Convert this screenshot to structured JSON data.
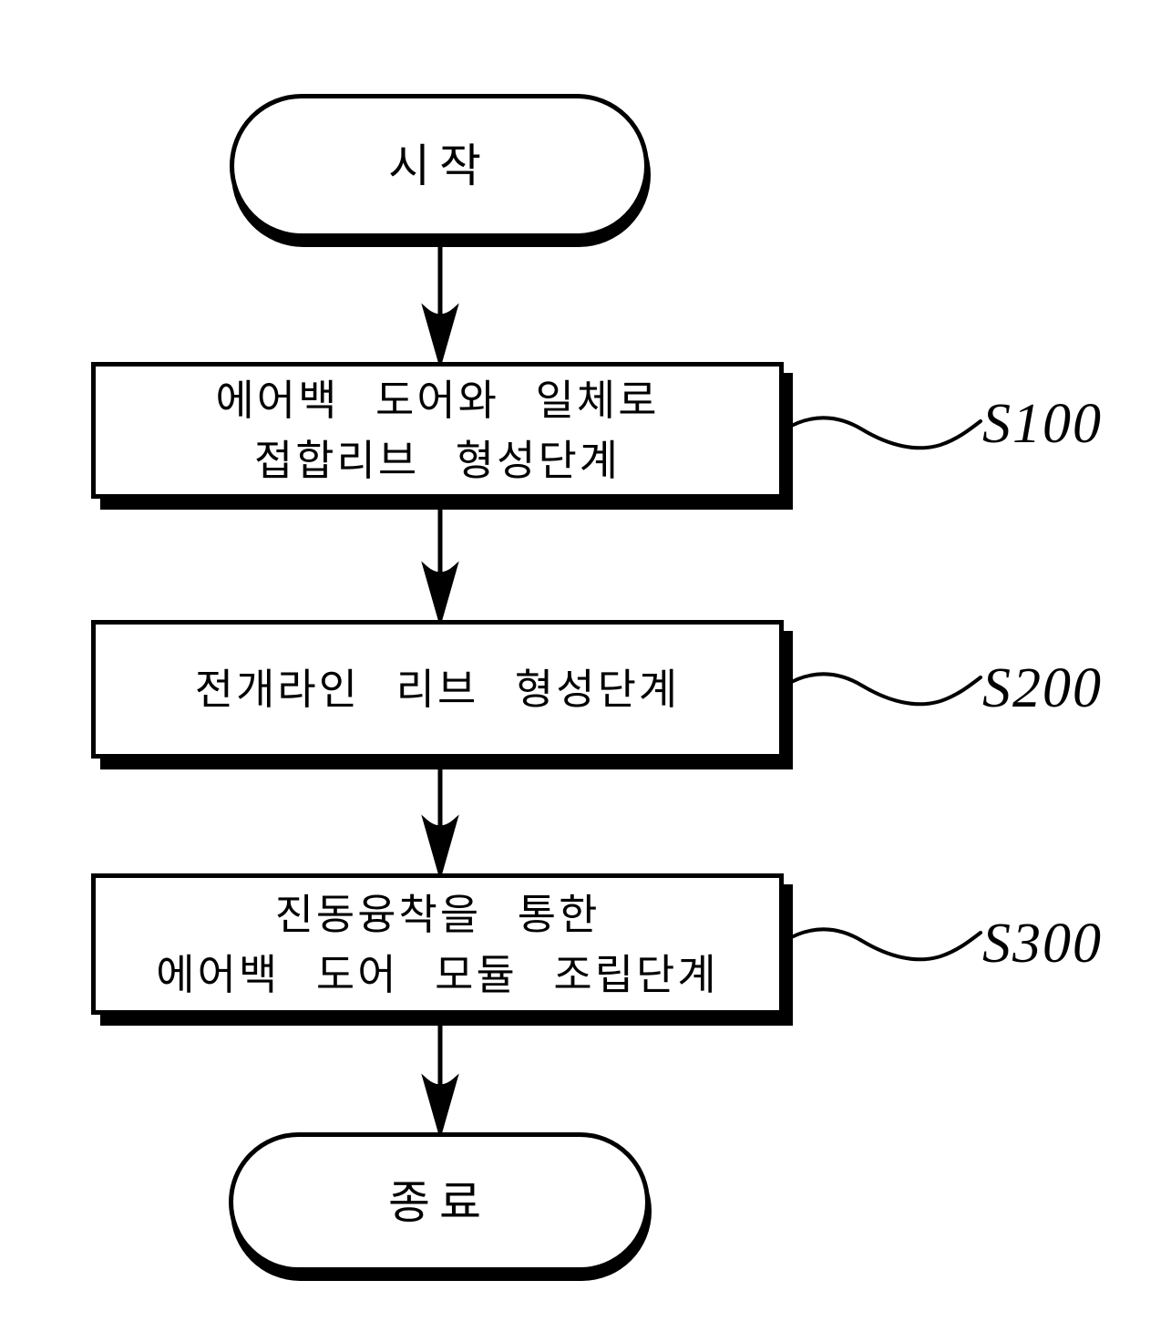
{
  "figure": {
    "background_color": "#ffffff",
    "ink_color": "#000000"
  },
  "flowchart": {
    "start": {
      "label": "시작"
    },
    "end": {
      "label": "종료"
    },
    "steps": [
      {
        "id": "S100",
        "lines": [
          "에어백 도어와 일체로",
          "접합리브 형성단계"
        ]
      },
      {
        "id": "S200",
        "lines": [
          "전개라인 리브 형성단계"
        ]
      },
      {
        "id": "S300",
        "lines": [
          "진동융착을 통한",
          "에어백 도어 모듈 조립단계"
        ]
      }
    ]
  }
}
